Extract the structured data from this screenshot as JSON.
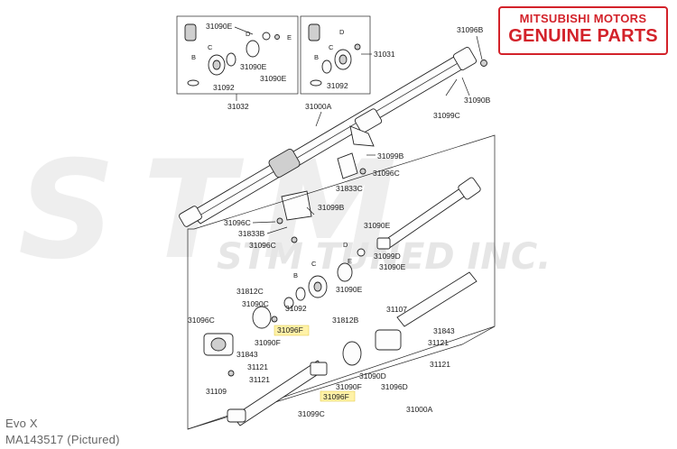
{
  "brand": {
    "line1": "MITSUBISHI MOTORS",
    "line2": "GENUINE PARTS",
    "color": "#d3222a"
  },
  "watermark": {
    "main": "STM",
    "sub": "STM TUNED INC.",
    "color": "#e8e8e8"
  },
  "highlight_color": "#fff2a8",
  "caption": {
    "model": "Evo X",
    "part": "MA143517  (Pictured)"
  },
  "labels": {
    "p31032": "31032",
    "p31031": "31031",
    "p31000A_top": "31000A",
    "p31000A_bottom": "31000A",
    "p31096B": "31096B",
    "p31090B": "31090B",
    "p31099C_right": "31099C",
    "p31099C_bottom": "31099C",
    "p31099B_top": "31099B",
    "p31099B_mid": "31099B",
    "p31096C_a": "31096C",
    "p31096C_b": "31096C",
    "p31096C_c": "31096C",
    "p31096C_d": "31096C",
    "p31833C": "31833C",
    "p31833B": "31833B",
    "p31090E_box1": "31090E",
    "p31090E_box1b": "31090E",
    "p31090E_box1c": "31090E",
    "p31092_box1": "31092",
    "p31092_box2": "31092",
    "p31092_main": "31092",
    "p31090E_main1": "31090E",
    "p31090E_main2": "31090E",
    "p31090E_main3": "31090E",
    "p31099D": "31099D",
    "p31812C": "31812C",
    "p31090C": "31090C",
    "p31096F_a": "31096F",
    "p31096F_b": "31096F",
    "p31090F_a": "31090F",
    "p31090F_b": "31090F",
    "p31843_a": "31843",
    "p31843_b": "31843",
    "p31121_a": "31121",
    "p31121_b": "31121",
    "p31121_c": "31121",
    "p31121_d": "31121",
    "p31109": "31109",
    "p31812B": "31812B",
    "p31107": "31107",
    "p31090D": "31090D",
    "p31096D": "31096D",
    "letter_B": "B",
    "letter_C": "C",
    "letter_D": "D",
    "letter_E": "E"
  }
}
